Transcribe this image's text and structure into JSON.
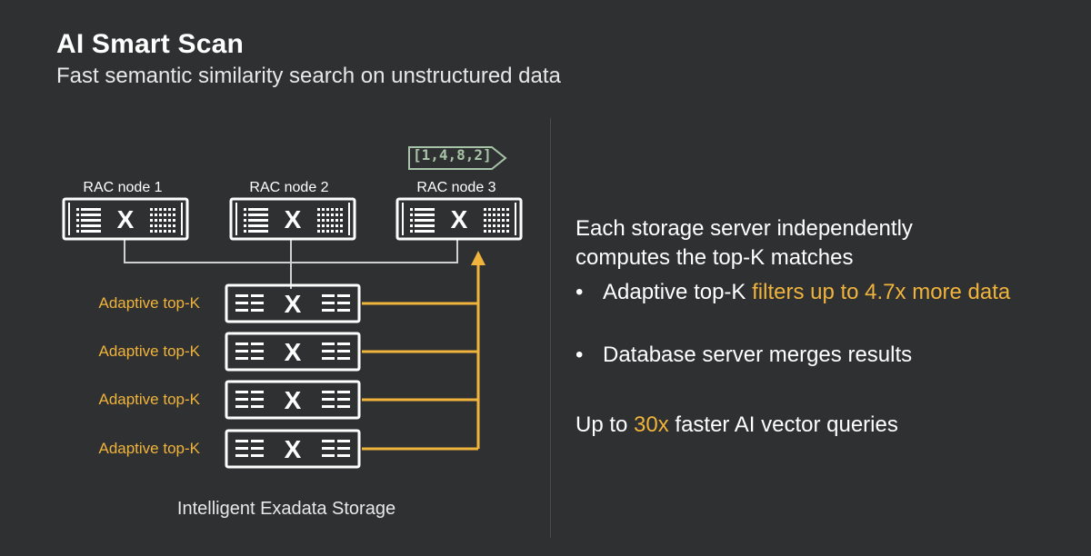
{
  "header": {
    "title": "AI Smart Scan",
    "subtitle": "Fast semantic similarity search on unstructured data"
  },
  "diagram": {
    "rac_nodes": [
      "RAC node 1",
      "RAC node 2",
      "RAC node 3"
    ],
    "vector_badge": "[1,4,8,2]",
    "storage_labels": [
      "Adaptive top-K",
      "Adaptive top-K",
      "Adaptive top-K",
      "Adaptive top-K"
    ],
    "storage_caption": "Intelligent Exadata Storage",
    "server_mark": "X"
  },
  "right_panel": {
    "lead": "Each storage server independently computes the top-K matches",
    "bullets": [
      {
        "prefix": "Adaptive top-K ",
        "highlight": "filters up to 4.7x more data",
        "suffix": ""
      },
      {
        "prefix": "Database server merges results",
        "highlight": "",
        "suffix": ""
      }
    ],
    "closing_prefix": "Up to ",
    "closing_highlight": "30x",
    "closing_suffix": " faster AI vector queries"
  },
  "colors": {
    "background": "#2f3031",
    "accent": "#f0b33c",
    "badge": "#a8c4a8"
  }
}
